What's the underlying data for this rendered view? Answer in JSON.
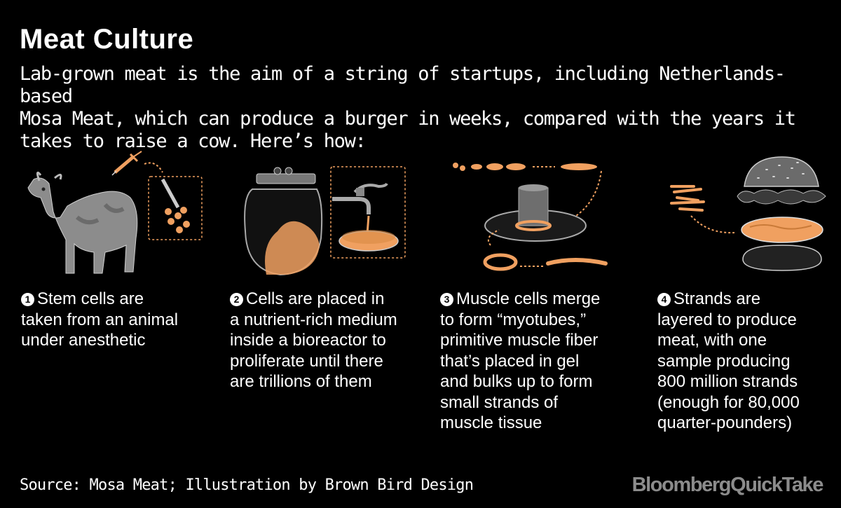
{
  "title": "Meat Culture",
  "subtitle": {
    "lines": [
      "Lab-grown meat is the aim of a string of startups, including Netherlands-based",
      "Mosa Meat, which can produce a burger in weeks, compared with the years it",
      "takes to raise a cow. Here’s how:"
    ]
  },
  "steps": [
    {
      "number": "1",
      "lines": [
        "Stem cells are",
        "taken from an animal",
        "under anesthetic"
      ]
    },
    {
      "number": "2",
      "lines": [
        "Cells are placed in",
        "a nutrient-rich medium",
        "inside a bioreactor to",
        "proliferate until there",
        "are trillions of them"
      ]
    },
    {
      "number": "3",
      "lines": [
        "Muscle cells merge",
        "to form “myotubes,”",
        "primitive muscle fiber",
        "that’s placed in gel",
        "and bulks up to form",
        "small strands of",
        "muscle tissue"
      ]
    },
    {
      "number": "4",
      "lines": [
        "Strands are",
        "layered to produce",
        "meat, with one",
        "sample producing",
        "800 million strands",
        "(enough for 80,000",
        "quarter-pounders)"
      ]
    }
  ],
  "source": "Source: Mosa Meat; Illustration by Brown Bird Design",
  "brand": "BloombergQuickTake",
  "colors": {
    "background": "#000000",
    "text": "#ffffff",
    "accent_orange": "#f0a060",
    "illustration_gray": "#9a9a9a"
  },
  "icons": [
    "cow-icon",
    "syringe-icon",
    "cells-icon",
    "bioreactor-jar-icon",
    "faucet-icon",
    "petri-dish-icon",
    "myotube-ring-icon",
    "muscle-strand-icon",
    "burger-icon",
    "dotted-arrow-icon"
  ]
}
